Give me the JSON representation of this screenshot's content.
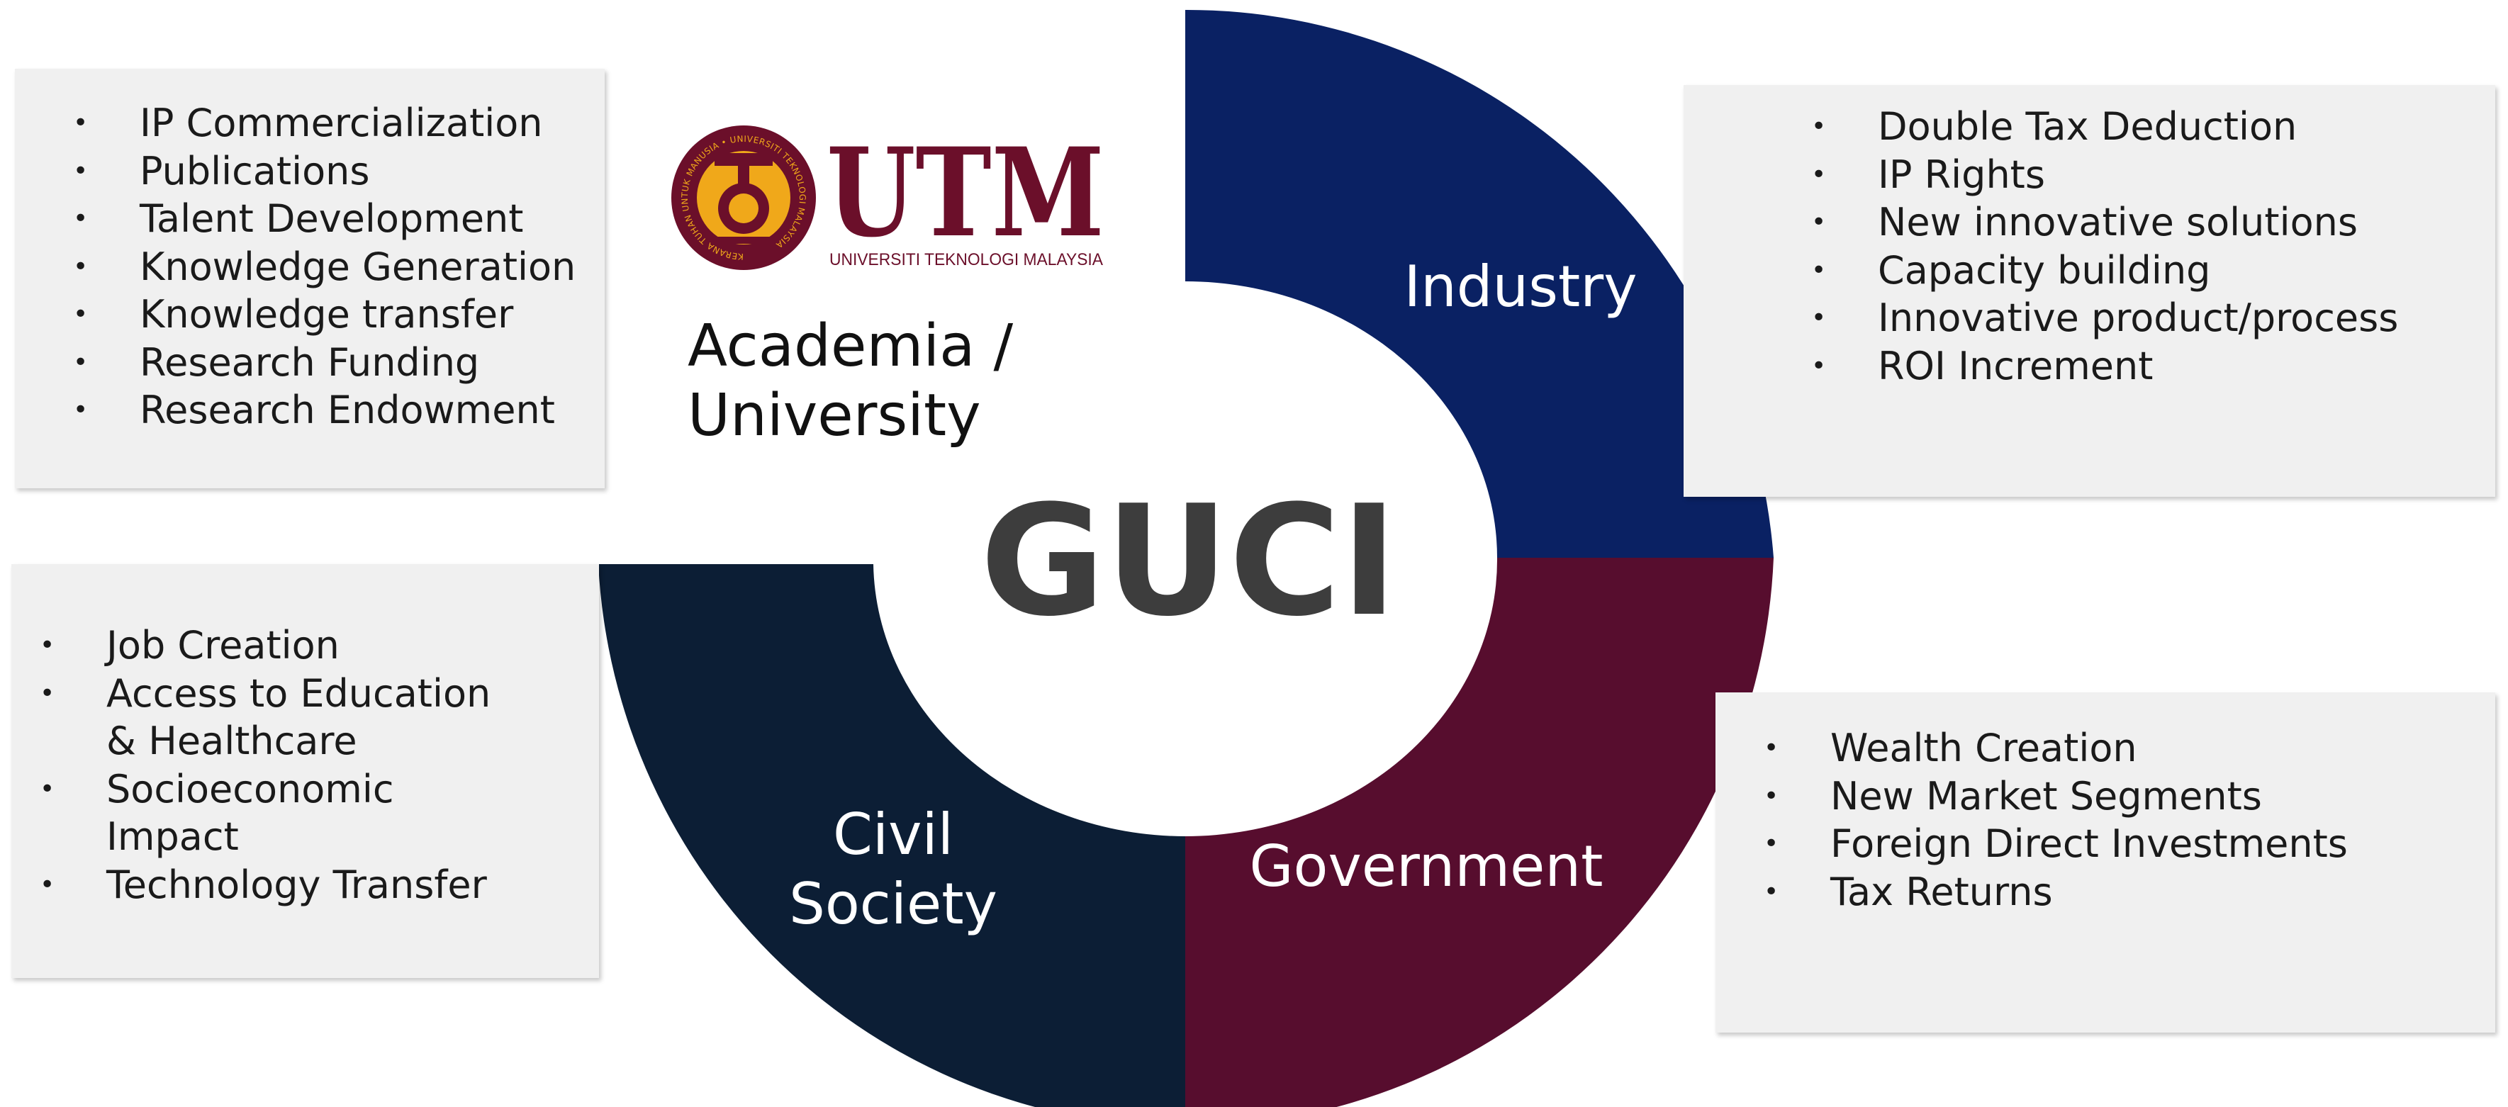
{
  "colors": {
    "industry": "#0a2163",
    "government": "#570d2e",
    "civil_society": "#0c1e35",
    "box_bg": "#f0f0f0",
    "center_text": "#3d3d3d",
    "logo_maroon": "#6b0f2a",
    "logo_gold": "#f0a81a"
  },
  "center": {
    "title": "GUCI"
  },
  "academia": {
    "label_line1": "Academia /",
    "label_line2": "University",
    "logo": {
      "wordmark": "UTM",
      "subtitle": "UNIVERSITI TEKNOLOGI MALAYSIA",
      "seal_text": "KERANA TUHAN UNTUK MANUSIA • UNIVERSITI TEKNOLOGI MALAYSIA"
    },
    "items": [
      "IP Commercialization",
      "Publications",
      "Talent Development",
      "Knowledge Generation",
      "Knowledge transfer",
      "Research Funding",
      "Research Endowment"
    ]
  },
  "industry": {
    "label": "Industry",
    "items": [
      "Double Tax Deduction",
      "IP Rights",
      "New innovative solutions",
      "Capacity building",
      "Innovative product/process",
      "ROI Increment"
    ]
  },
  "government": {
    "label": "Government",
    "items": [
      "Wealth Creation",
      "New Market Segments",
      "Foreign Direct Investments",
      "Tax Returns"
    ]
  },
  "civil_society": {
    "label_line1": "Civil",
    "label_line2": "Society",
    "items": {
      "job": "Job Creation",
      "access_1": "Access to Education",
      "access_2": "& Healthcare",
      "socio_1": "Socioeconomic",
      "socio_2": "Impact",
      "tech": "Technology Transfer"
    }
  },
  "bullet": "•"
}
